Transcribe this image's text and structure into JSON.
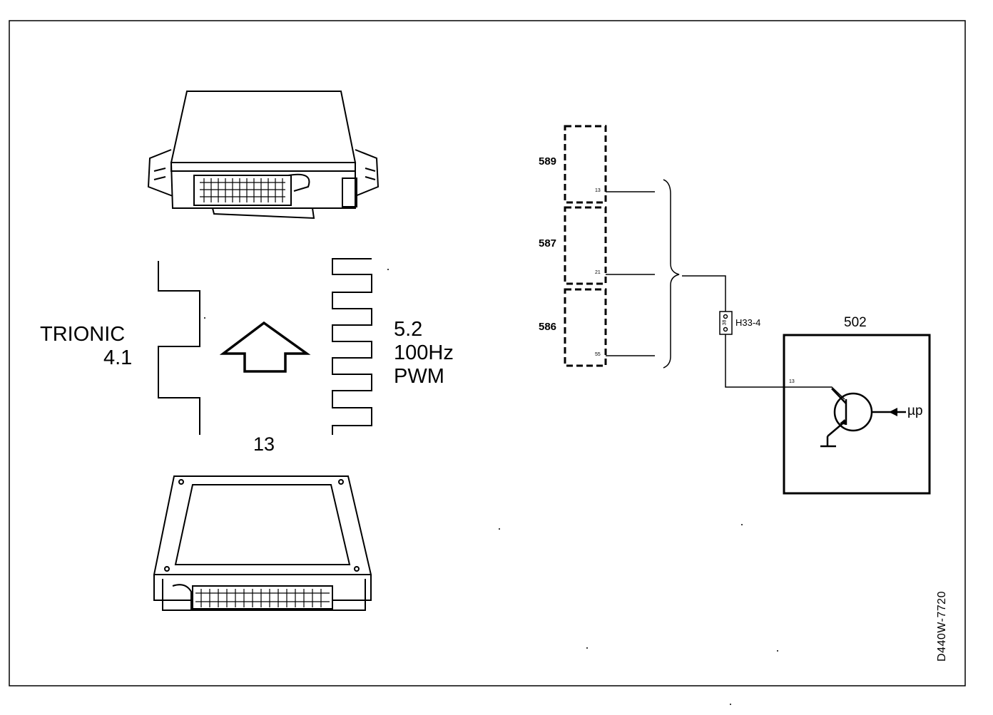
{
  "diagram": {
    "ecu_label_line1": "TRIONIC",
    "ecu_label_line2": "4.1",
    "signal_value": "5.2",
    "signal_frequency": "100Hz",
    "signal_type": "PWM",
    "pin_label": "13",
    "modules": [
      {
        "id": "589",
        "pin": "13"
      },
      {
        "id": "587",
        "pin": "21"
      },
      {
        "id": "586",
        "pin": "55"
      }
    ],
    "connector_label": "H33-4",
    "connector_pin": "38",
    "target_module": "502",
    "target_pin": "13",
    "microprocessor_label": "µp",
    "drawing_code": "D440W-7720"
  }
}
